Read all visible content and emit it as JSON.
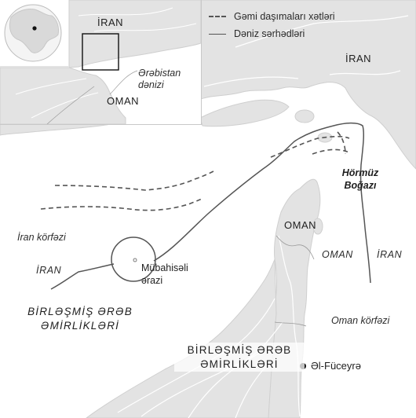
{
  "legend": {
    "shipping_lanes": "Gəmi daşımaları xətləri",
    "sea_borders": "Dəniz sərhədləri"
  },
  "inset": {
    "label_iran": "İRAN",
    "label_arabian_sea": "Ərəbistan dənizi",
    "label_oman": "OMAN"
  },
  "labels": {
    "iran_north": "İRAN",
    "strait": "Hörmüz Boğazı",
    "oman_peninsula": "OMAN",
    "oman_border": "OMAN",
    "iran_border": "İRAN",
    "persian_gulf": "İran körfəzi",
    "iran_gulf": "İRAN",
    "disputed": "Mübahisəli ərazi",
    "uae_sea": "BİRLƏŞMİŞ ƏRƏB ƏMİRLİKLƏRİ",
    "gulf_of_oman": "Oman körfəzi",
    "uae_land": "BİRLƏŞMİŞ ƏRƏB ƏMİRLİKLƏRİ",
    "city_fujairah": "Əl-Füceyrə"
  },
  "colors": {
    "land": "#e3e3e3",
    "sea": "#ffffff",
    "roads": "#ffffff",
    "lines": "#5a5a5a",
    "city_dot": "#111111"
  }
}
